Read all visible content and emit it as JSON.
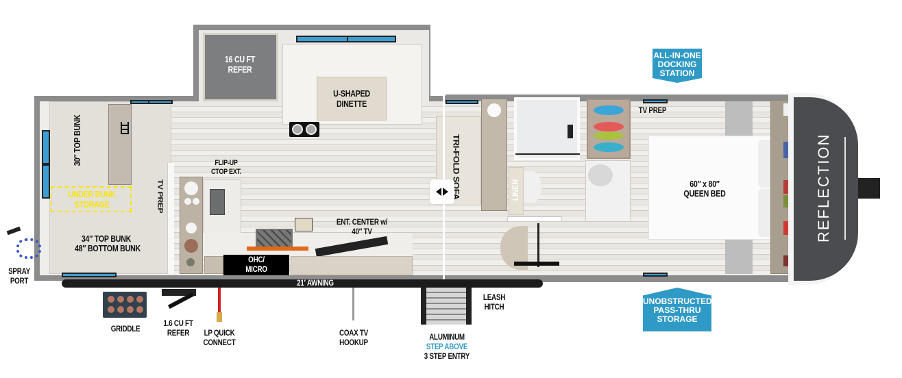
{
  "brand": {
    "name": "REFLECTION"
  },
  "slide_toggle": {
    "icon": "left-right-arrows-icon"
  },
  "rooms": {
    "bunk": {
      "top_bunk_30": "30″ TOP BUNK",
      "under_bunk_storage": [
        "UNDER BUNK",
        "STORAGE"
      ],
      "bunk_34_48": [
        "34″ TOP BUNK",
        "48″ BOTTOM BUNK"
      ],
      "tv_prep": "TV PREP"
    },
    "kitchen": {
      "refer": [
        "16 CU FT",
        "REFER"
      ],
      "dinette": [
        "U-SHAPED",
        "DINETTE"
      ],
      "flip_up": [
        "FLIP-UP",
        "CTOP EXT."
      ],
      "ohc_micro": [
        "OHC/",
        "MICRO"
      ],
      "ent_center": [
        "ENT. CENTER w/",
        "40″ TV"
      ]
    },
    "living": {
      "sofa": "TRI-FOLD SOFA"
    },
    "bath": {
      "linen": "LINEN"
    },
    "bedroom": {
      "tv_prep": "TV PREP",
      "bed": [
        "60″ x 80″",
        "QUEEN BED"
      ]
    }
  },
  "callouts": {
    "docking": [
      "ALL-IN-ONE",
      "DOCKING",
      "STATION"
    ],
    "pass_thru": [
      "UNOBSTRUCTED",
      "PASS-THRU",
      "STORAGE"
    ]
  },
  "exterior": {
    "spray_port": [
      "SPRAY",
      "PORT"
    ],
    "awning": "21′ AWNING",
    "griddle": "GRIDDLE",
    "outdoor_refer": [
      "1.6 CU FT",
      "REFER"
    ],
    "lp_quick": [
      "LP QUICK",
      "CONNECT"
    ],
    "coax": [
      "COAX TV",
      "HOOKUP"
    ],
    "entry": [
      "ALUMINUM",
      "STEP ABOVE",
      "3 STEP ENTRY"
    ],
    "leash": [
      "LEASH",
      "HITCH"
    ]
  },
  "colors": {
    "accent_blue": "#2f9ac6",
    "storage_yellow": "#f5e60a",
    "lp_red": "#d42020",
    "nose_gray": "#4a4c4f"
  }
}
